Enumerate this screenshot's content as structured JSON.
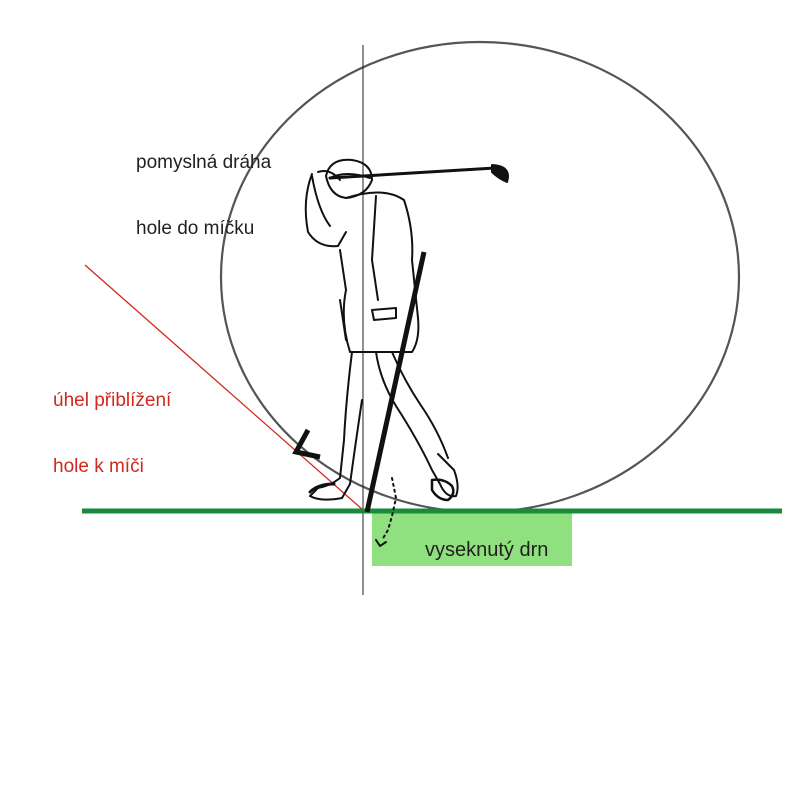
{
  "labels": {
    "club_path_line1": "pomyslná dráha",
    "club_path_line2": "hole do míčku",
    "attack_angle_line1": "úhel přiblížení",
    "attack_angle_line2": "hole k míči",
    "divot": "vyseknutý drn"
  },
  "colors": {
    "text": "#231f20",
    "attack_angle": "#d0281e",
    "ground_line": "#1a8a3c",
    "divot_fill": "#8fe07e",
    "circle_stroke": "#555555",
    "figure_ink": "#111111"
  }
}
